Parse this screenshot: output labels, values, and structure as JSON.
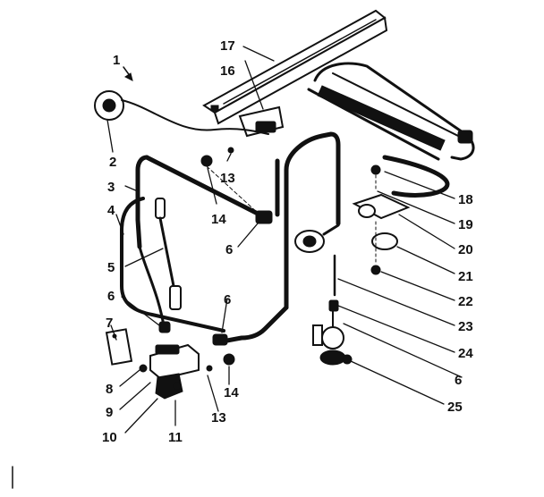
{
  "labels": [
    {
      "id": "p1",
      "text": "1"
    },
    {
      "id": "p2",
      "text": "2"
    },
    {
      "id": "p3",
      "text": "3"
    },
    {
      "id": "p4",
      "text": "4"
    },
    {
      "id": "p5",
      "text": "5"
    },
    {
      "id": "p6a",
      "text": "6"
    },
    {
      "id": "p6b",
      "text": "6"
    },
    {
      "id": "p6c",
      "text": "6"
    },
    {
      "id": "p6d",
      "text": "6"
    },
    {
      "id": "p7",
      "text": "7"
    },
    {
      "id": "p8",
      "text": "8"
    },
    {
      "id": "p9",
      "text": "9"
    },
    {
      "id": "p10",
      "text": "10"
    },
    {
      "id": "p11",
      "text": "11"
    },
    {
      "id": "p13a",
      "text": "13"
    },
    {
      "id": "p13b",
      "text": "13"
    },
    {
      "id": "p14a",
      "text": "14"
    },
    {
      "id": "p14b",
      "text": "14"
    },
    {
      "id": "p16",
      "text": "16"
    },
    {
      "id": "p17",
      "text": "17"
    },
    {
      "id": "p18",
      "text": "18"
    },
    {
      "id": "p19",
      "text": "19"
    },
    {
      "id": "p20",
      "text": "20"
    },
    {
      "id": "p21",
      "text": "21"
    },
    {
      "id": "p22",
      "text": "22"
    },
    {
      "id": "p23",
      "text": "23"
    },
    {
      "id": "p24",
      "text": "24"
    },
    {
      "id": "p25",
      "text": "25"
    }
  ]
}
